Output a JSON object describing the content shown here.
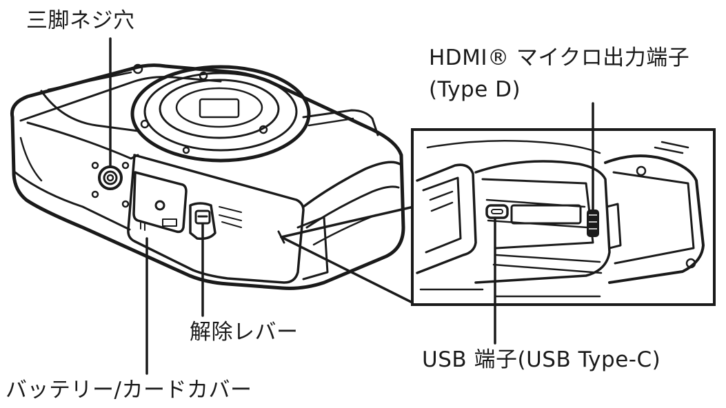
{
  "callouts": {
    "tripod_socket": "三脚ネジ穴",
    "hdmi_port": "HDMI® マイクロ出力端子",
    "hdmi_port_type": "(Type D)",
    "release_lever": "解除レバー",
    "usb_port": "USB 端子(USB Type-C)",
    "battery_card_cover": "バッテリー/カードカバー"
  },
  "colors": {
    "line": "#1a1a1a",
    "background": "#ffffff",
    "body_shade": "#f4f4f4"
  }
}
